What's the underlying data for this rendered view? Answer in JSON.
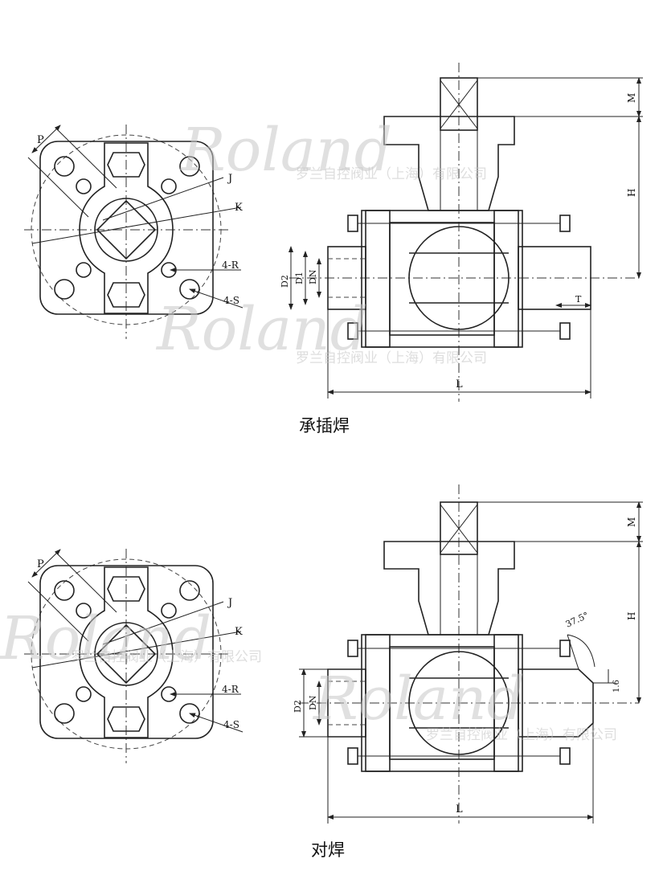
{
  "watermark": {
    "brand": "Roland",
    "company": "罗兰自控阀业（上海）有限公司"
  },
  "top_view": {
    "caption": "承插焊",
    "flange_labels": {
      "p": "P",
      "j": "J",
      "k": "K",
      "r": "4-R",
      "s": "4-S"
    },
    "side_labels": {
      "m": "M",
      "h": "H",
      "d2": "D2",
      "d1": "D1",
      "dn": "DN",
      "t": "T",
      "l": "L"
    }
  },
  "bottom_view": {
    "caption": "对焊",
    "flange_labels": {
      "p": "P",
      "j": "J",
      "k": "K",
      "r": "4-R",
      "s": "4-S"
    },
    "side_labels": {
      "m": "M",
      "h": "H",
      "d2": "D2",
      "dn": "DN",
      "angle": "37.5°",
      "land": "1.6",
      "l": "L"
    }
  }
}
